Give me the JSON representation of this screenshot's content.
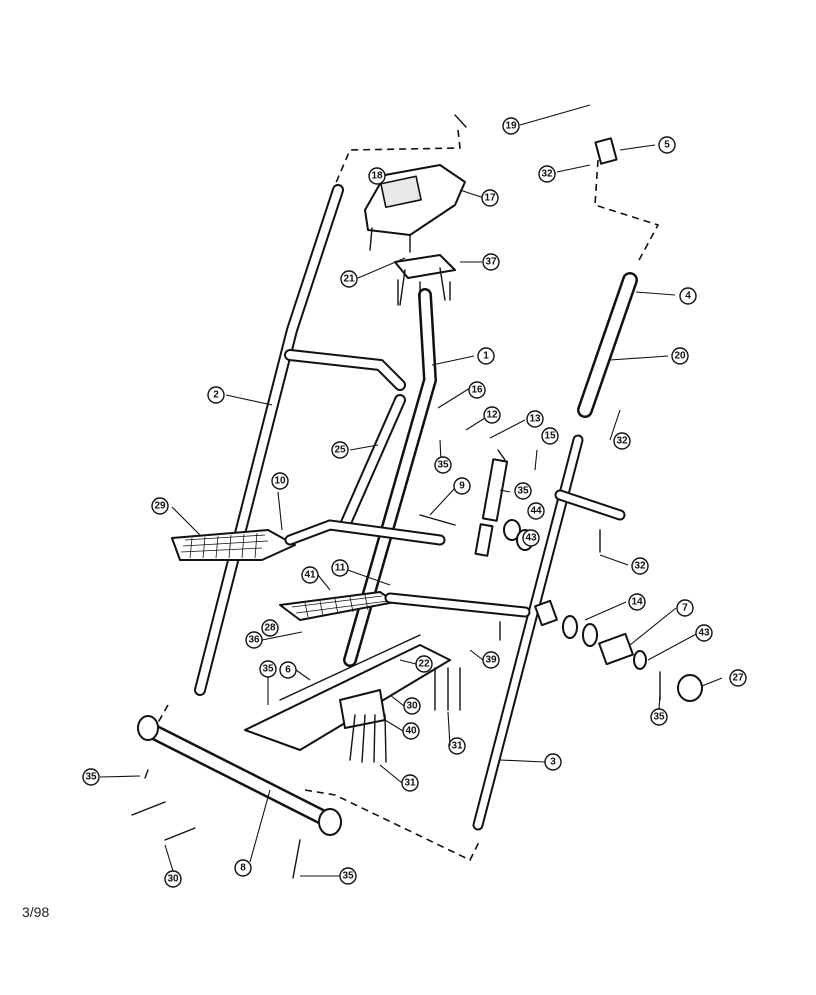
{
  "page": {
    "note": "3/98"
  },
  "callouts": [
    {
      "label": "19"
    },
    {
      "label": "5"
    },
    {
      "label": "32"
    },
    {
      "label": "18"
    },
    {
      "label": "17"
    },
    {
      "label": "37"
    },
    {
      "label": "21"
    },
    {
      "label": "4"
    },
    {
      "label": "1"
    },
    {
      "label": "20"
    },
    {
      "label": "2"
    },
    {
      "label": "16"
    },
    {
      "label": "12"
    },
    {
      "label": "13"
    },
    {
      "label": "15"
    },
    {
      "label": "32"
    },
    {
      "label": "25"
    },
    {
      "label": "35"
    },
    {
      "label": "9"
    },
    {
      "label": "10"
    },
    {
      "label": "35"
    },
    {
      "label": "29"
    },
    {
      "label": "44"
    },
    {
      "label": "43"
    },
    {
      "label": "32"
    },
    {
      "label": "11"
    },
    {
      "label": "41"
    },
    {
      "label": "14"
    },
    {
      "label": "7"
    },
    {
      "label": "28"
    },
    {
      "label": "43"
    },
    {
      "label": "36"
    },
    {
      "label": "22"
    },
    {
      "label": "39"
    },
    {
      "label": "27"
    },
    {
      "label": "35"
    },
    {
      "label": "6"
    },
    {
      "label": "30"
    },
    {
      "label": "40"
    },
    {
      "label": "31"
    },
    {
      "label": "35"
    },
    {
      "label": "3"
    },
    {
      "label": "31"
    },
    {
      "label": "35"
    },
    {
      "label": "30"
    },
    {
      "label": "8"
    },
    {
      "label": "35"
    }
  ]
}
